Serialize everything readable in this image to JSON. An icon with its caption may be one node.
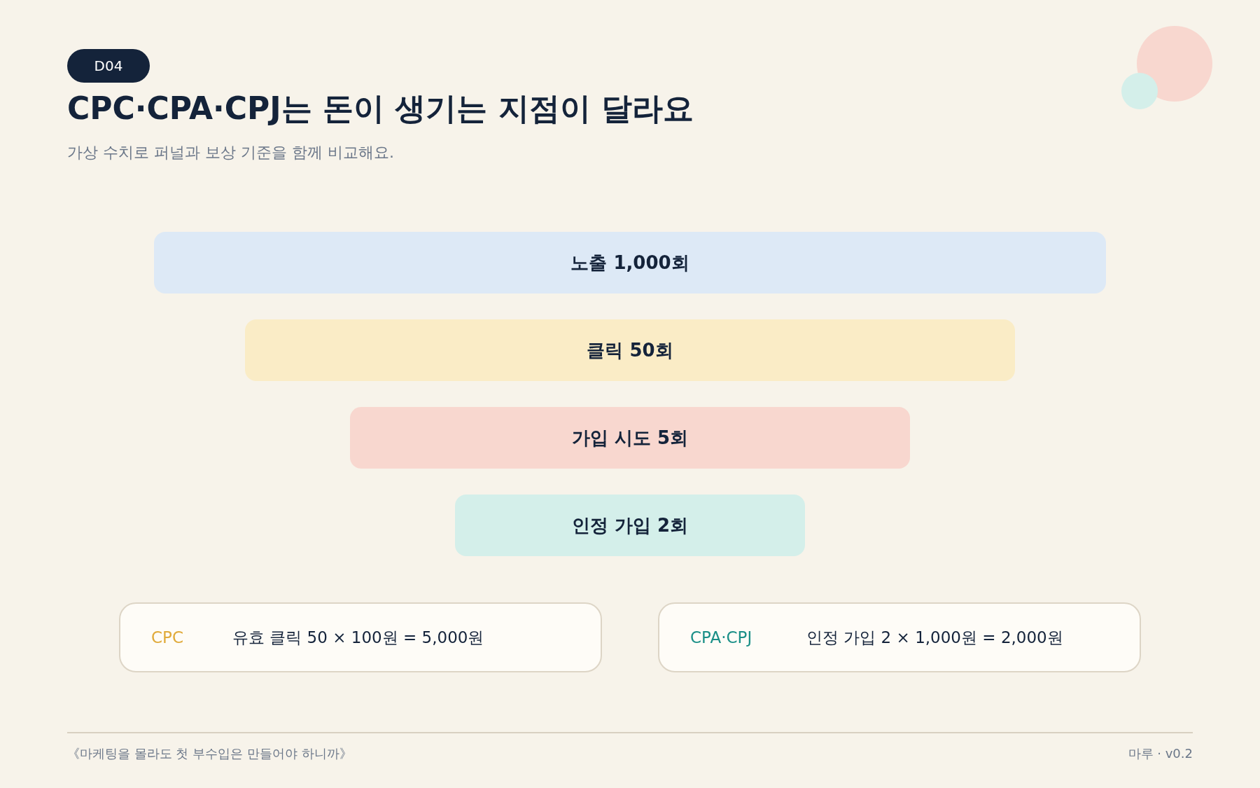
{
  "diagram": {
    "title": "CPC·CPA·CPJ는 돈이 생기는 지점이 달라요",
    "nodes": [
      {
        "text": [
          "D04"
        ]
      },
      {
        "text": [
          "노출 1,000회"
        ]
      },
      {
        "text": [
          "클릭 50회"
        ]
      },
      {
        "text": [
          "가입 시도 5회"
        ]
      },
      {
        "text": [
          "인정 가입 2회"
        ]
      },
      {
        "text": [
          "CPC",
          "유효 클릭 50 × 100원 = 5,000원"
        ]
      },
      {
        "text": [
          "CPA·CPJ",
          "인정 가입 2 × 1,000원 = 2,000원"
        ]
      }
    ],
    "labels": [
      "가상 수치로 퍼널과 보상 기준을 함께 비교해요.",
      "《마케팅을 몰라도 첫 부수입은 만들어야 하니까》",
      "마루 · v0.2"
    ]
  }
}
